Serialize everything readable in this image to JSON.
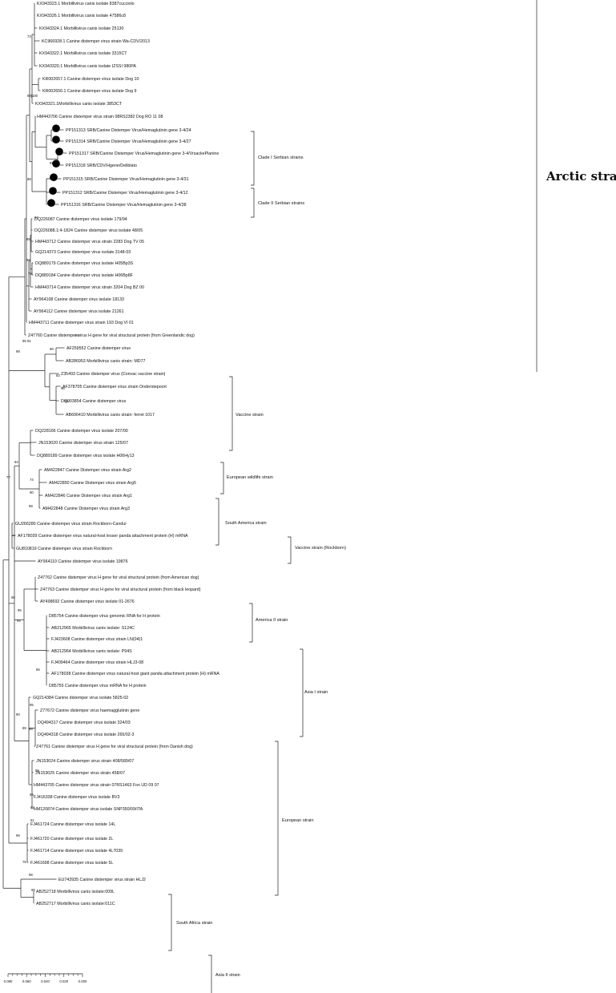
{
  "leaves": [
    "KX943323.1 Morbillivirus canis isolate 8387cucciolo",
    "KX943326.1 Morbillivirus canis isolate 47586c8",
    "KX943324.1 Morbillivirus canis isolate 25130",
    "KC966928.1 Canine distemper virus strain Wa-CDV/2013",
    "KX943322.1 Morbillivirus canis isolate 3315CT",
    "KX943320.1 Morbillivirus canis isolate IZSSI 980PA",
    "KR002657.1 Canine distemper virus isolate Dog 10",
    "KR002656.1 Canine distemper virus isolate Dog 9",
    "KX943321.1Morbillivirus canis isolate 3853CT",
    "HM443706 Canine distemper virus strain 08RS2382 Dog RO 11 08",
    "PP151313 SRB/Canine Distemper Virus/Hemaglutinin gene 3-4/24",
    "PP151314 SRB/Canine Distemper Virus/Hemaglutinin gene 3-4/27",
    "PP151317 SRB/Canine Distemper Virus/Hemaglutinin gene 3-4/VrsackePlanine",
    "PP151318 SRB/CDV/Hgene/Deliblato",
    "PP151315 SRB/Canine Distemper Virus/Hemaglutinin gene 3-4/31",
    "PP151312 SRB/Canine Distemper Virus/Hemaglutinin gene 3-4/12",
    "PP151316 SRB/Canine Distemper Virus/Hemaglutinin gene 3-4/38",
    "DQ226087 Canine distemper virus isolate 179/94",
    "DQ226088.1:4-1824 Canine distemper virus isolate 48/05",
    "HM443712 Canine distemper virus strain 2283 Dog TV 05",
    "GQ214373 Canine distemper virus isolate 3148-03",
    "DQ889179 Canine distemper virus isolate H05Bp3S",
    "DQ889184 Canine distemper virus isolate H06Bp8F",
    "HM443714 Canine distemper virus strain 3204 Dog BZ 00",
    "AY964108 Canine distemper virus isolate 18133",
    "AY964112 Canine distemper virus isolate 21261",
    "HM443711 Canine distemper virus strain 193 Dog VI 01",
    "Z47760 Canine distemper virus H gene for viral structural protein (from Greenlandic dog)",
    "AF259552 Canine distemper virus",
    "AB286953 Morbillivirus canis strain: MD77",
    "Z35493 Canine distemper virus (Convac vaccine strain)",
    "AF378705 Canine distemper virus strain Onderstepoort",
    "DQ903854 Canine distemper virus",
    "AB606410 Morbillivirus canis strain: ferret 1017",
    "DQ228166 Canine distemper virus isolate 207/00",
    "JN153020 Canine distemper virus strain 125/07",
    "DQ889189 Canine distemper virus isolate H06Hy13",
    "AM422847 Canine Distemper virus strain Arg2",
    "AM422850 Canine Distemper virus strain Arg5",
    "AM422846 Canine Distemper virus strain Arg1",
    "AM422848 Canine Distemper virus strain Arg3",
    "GU266280 Canine distemper virus strain Rockborn-Candur",
    "AF178039 Canine distemper virus natural-host lesser panda attachment protein (H) mRNA",
    "GU810819 Canine distemper virus strain Rockborn",
    "AY964110 Canine distemper virus isolate 19876",
    "Z47762 Canine distemper virus H gene for viral structural protein (from American dog)",
    "Z47763 Canine distemper virus H gene for viral structural protein (from black leopard)",
    "AY498692 Canine distemper virus isolate 01-2676",
    "D85754 Canine distemper virus genomic RNA for H protein",
    "AB212965 Morbillivirus canis isolate: S124C",
    "FJ423608 Canine distemper virus strain LN(04)1",
    "AB212964 Morbillivirus canis isolate: P94S",
    "FJ409464 Canine distemper virus strain HLJ3-08",
    "AF178038 Canine distemper virus natural-host giant panda attachment protein (H) mRNA",
    "D85755 Canine distemper virus mRNA for H protein",
    "GQ214384 Canine distemper virus isolate 5825-02",
    "Z77672 Canine distemper virus haemagglutinin gene",
    "DQ494317 Canine distemper virus isolate 324/03",
    "DQ494318 Canine distemper virus isolate 265/02-3",
    "Z47761 Canine distemper virus H gene for viral structural protein (from Danish dog)",
    "JN153024 Canine distemper virus strain 408/589/07",
    "JN153025 Canine distemper virus strain 458/07",
    "HM443705 Canine distemper virus strain 07RS1463 Fox UD 09 07",
    "FJ416338 Canine distemper virus isolate BV3",
    "HM120874 Canine distemper virus isolate SNP350/09/ITA",
    "FJ461724 Canine distemper virus isolate 14L",
    "FJ461720 Canine distemper virus isolate 2L",
    "FJ461714 Canine distemper virus isolate 4L7039",
    "FJ461698 Canine distemper virus isolate 5L",
    "EU743935 Canine distemper virus strain HLJ2",
    "AB252718 Morbillivirus canis isolate:009L",
    "AB252717 Morbillivirus canis isolate:011C"
  ],
  "bootstrap": [
    "73",
    "99|100",
    "77",
    "99",
    "94",
    "88",
    "97",
    "85",
    "95",
    "76",
    "95 91",
    "98",
    "98",
    "99",
    "83",
    "95",
    "75",
    "94",
    "77",
    "74",
    "90",
    "99",
    "98",
    "95",
    "94",
    "96",
    "95",
    "99",
    "90",
    "89",
    "99",
    "99",
    "93",
    "91",
    "99",
    "75",
    "98",
    "99"
  ],
  "clades": [
    "Clade I Serbian strains",
    "Clade II Serbian strains",
    "Arctic strain",
    "Vaccine strain",
    "European wildlife strain",
    "South America strain",
    "Vaccine strain (Rockborn)",
    "America II strain",
    "Asia I strain",
    "European strain",
    "South Africa strain",
    "Asia II strain"
  ],
  "scale": {
    "ticks": [
      "0.080",
      "0.060",
      "0.040",
      "0.020",
      "0.000"
    ]
  },
  "colors": {
    "line": "#222222",
    "text": "#111111",
    "marker": "#000000",
    "background": "#ffffff"
  }
}
